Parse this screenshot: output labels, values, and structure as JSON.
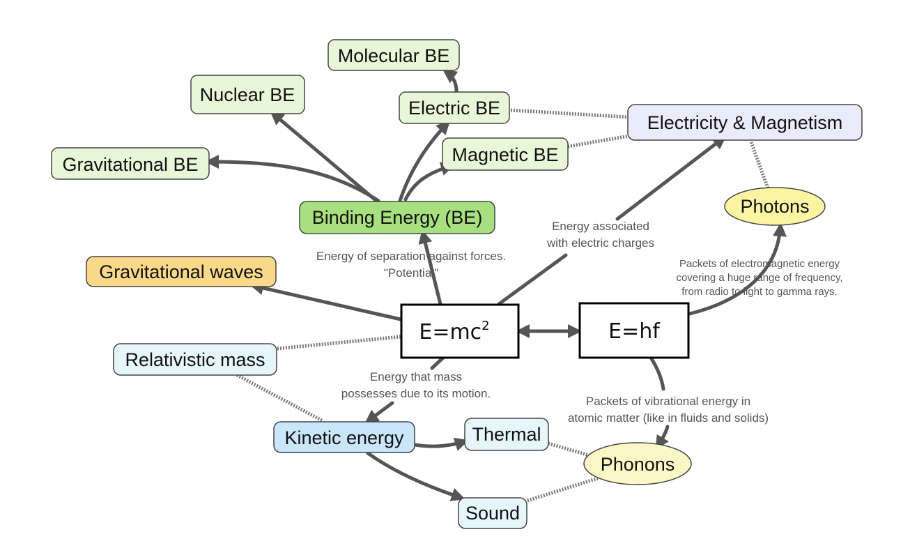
{
  "nodes": {
    "emc2": {
      "label": "E=mc",
      "superscript": "2"
    },
    "ehf": {
      "label": "E=hf"
    },
    "binding_energy": {
      "label": "Binding Energy (BE)",
      "color": "#a9e07f"
    },
    "molecular_be": {
      "label": "Molecular BE",
      "color": "#e9f7d9"
    },
    "nuclear_be": {
      "label": "Nuclear BE",
      "color": "#e9f7d9"
    },
    "electric_be": {
      "label": "Electric BE",
      "color": "#e9f7d9"
    },
    "magnetic_be": {
      "label": "Magnetic BE",
      "color": "#e9f7d9"
    },
    "gravitational_be": {
      "label": "Gravitational BE",
      "color": "#e9f7d9"
    },
    "electricity_magnetism": {
      "label": "Electricity & Magnetism",
      "color": "#ecebfb"
    },
    "photons": {
      "label": "Photons",
      "color": "#fbf5a3"
    },
    "gravitational_waves": {
      "label": "Gravitational waves",
      "color": "#fbd98b"
    },
    "relativistic_mass": {
      "label": "Relativistic mass",
      "color": "#e6f6fb"
    },
    "kinetic_energy": {
      "label": "Kinetic energy",
      "color": "#c9e6fa"
    },
    "thermal": {
      "label": "Thermal",
      "color": "#e6f6fb"
    },
    "sound": {
      "label": "Sound",
      "color": "#e6f6fb"
    },
    "phonons": {
      "label": "Phonons",
      "color": "#fbf7c6"
    }
  },
  "annotations": {
    "separation": [
      "Energy of separation against forces.",
      "\"Potential\""
    ],
    "charges": [
      "Energy  associated",
      "with electric charges"
    ],
    "electromagnetic": [
      "Packets of electromagnetic energy",
      "covering a huge range of frequency,",
      "from radio to light to gamma rays."
    ],
    "motion": [
      "Energy  that  mass",
      "possesses due to its motion."
    ],
    "vibrational": [
      "Packets of vibrational energy in",
      "atomic matter (like in fluids and solids)"
    ]
  }
}
